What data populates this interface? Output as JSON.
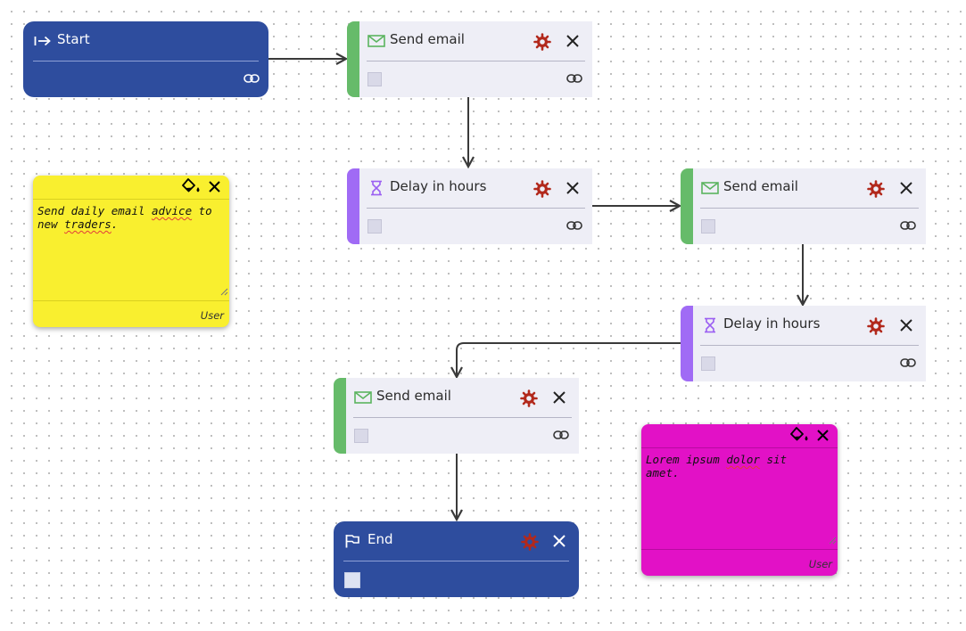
{
  "nodes": {
    "start": {
      "title": "Start"
    },
    "email1": {
      "title": "Send email"
    },
    "delay1": {
      "title": "Delay in hours"
    },
    "email2": {
      "title": "Send email"
    },
    "delay2": {
      "title": "Delay in hours"
    },
    "email3": {
      "title": "Send email"
    },
    "end": {
      "title": "End"
    }
  },
  "notes": {
    "note1": {
      "text_parts": [
        "Send daily email ",
        "advice",
        " to\nnew ",
        "traders",
        "."
      ],
      "footer": "User",
      "color": "#f9ef2f"
    },
    "note2": {
      "text_parts": [
        "Lorem ipsum ",
        "dolor",
        " sit\namet."
      ],
      "footer": "User",
      "color": "#e211c6"
    }
  },
  "colors": {
    "email_accent": "#66bb6a",
    "delay_accent": "#a06bf5",
    "terminal": "#2e4d9e",
    "card_bg": "#eeeef6",
    "gear": "#b2291c"
  }
}
